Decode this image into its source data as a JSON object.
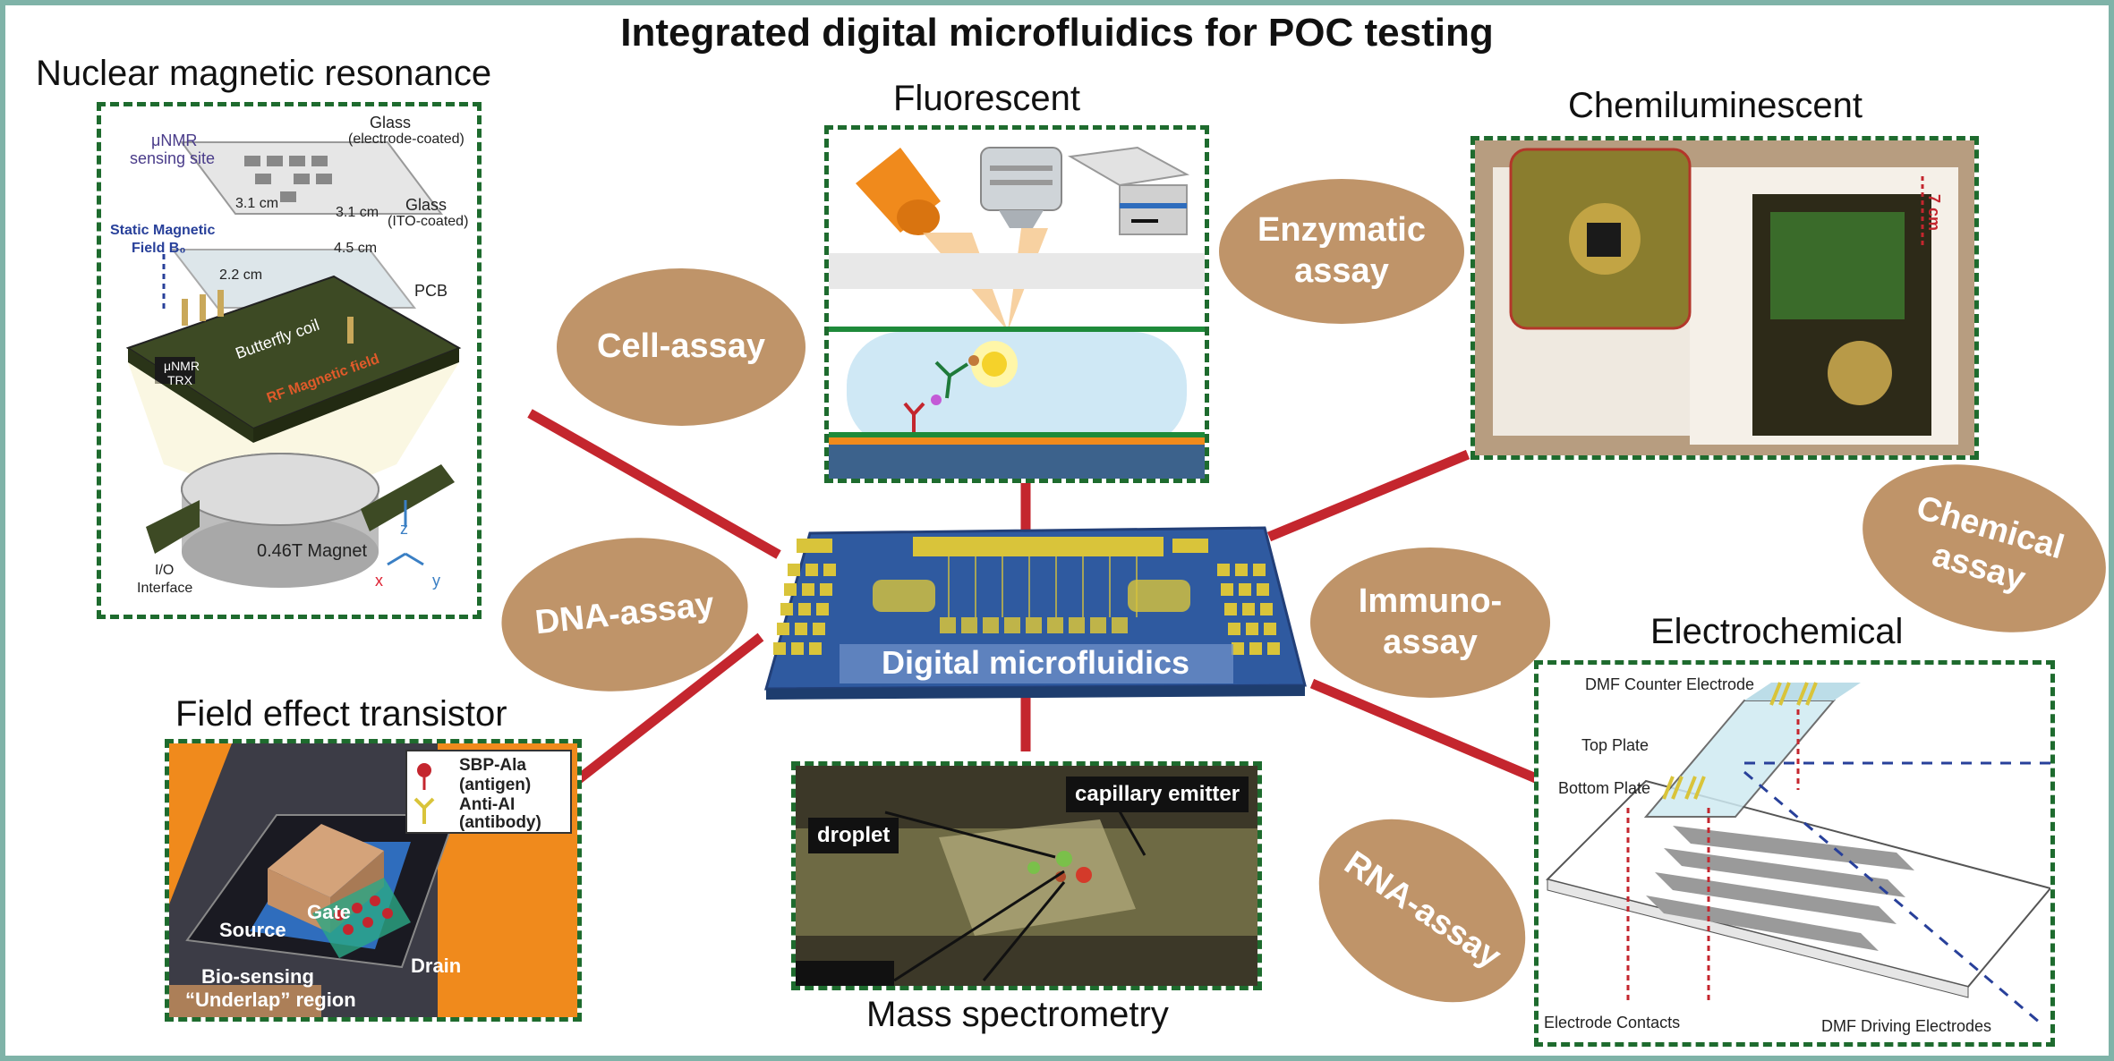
{
  "title": "Integrated digital microfluidics for POC testing",
  "center": {
    "label": "Digital microfluidics"
  },
  "sections": {
    "nmr": {
      "label": "Nuclear magnetic resonance",
      "glass_top": "Glass",
      "glass_top_sub": "(electrode-coated)",
      "glass_mid": "Glass",
      "glass_mid_sub": "(ITO-coated)",
      "sensing": "μNMR",
      "sensing2": "sensing site",
      "dim1": "3.1 cm",
      "dim2": "3.1 cm",
      "dim3": "4.5 cm",
      "dim4": "2.2 cm",
      "field": "Static Magnetic",
      "field2": "Field B₀",
      "pcb": "PCB",
      "coil": "Butterfly coil",
      "rf": "RF Magnetic field",
      "trx": "μNMR",
      "trx2": "TRX",
      "magnet": "0.46T Magnet",
      "io": "I/O",
      "io2": "Interface",
      "ax_z": "z",
      "ax_x": "x",
      "ax_y": "y"
    },
    "fluorescent": {
      "label": "Fluorescent"
    },
    "chemiluminescent": {
      "label": "Chemiluminescent",
      "scale": "7 cm"
    },
    "fet": {
      "label": "Field effect transistor",
      "gate": "Gate",
      "source": "Source",
      "drain": "Drain",
      "region1": "Bio-sensing",
      "region2": "“Underlap” region",
      "legend_ag1": "SBP-Ala",
      "legend_ag2": "(antigen)",
      "legend_ab1": "Anti-AI",
      "legend_ab2": "(antibody)"
    },
    "mass": {
      "label": "Mass spectrometry",
      "droplet": "droplet",
      "emitter": "capillary emitter"
    },
    "electrochemical": {
      "label": "Electrochemical",
      "counter": "DMF Counter Electrode",
      "top": "Top Plate",
      "bottom": "Bottom Plate",
      "contacts": "Electrode Contacts",
      "driving": "DMF Driving Electrodes"
    }
  },
  "assays": {
    "cell": "Cell-assay",
    "enzymatic1": "Enzymatic",
    "enzymatic2": "assay",
    "chemical1": "Chemical",
    "chemical2": "assay",
    "dna": "DNA-assay",
    "immuno1": "Immuno-",
    "immuno2": "assay",
    "rna": "RNA-assay"
  },
  "colors": {
    "frame": "#7fb3a8",
    "dashed": "#1e6b2e",
    "oval": "#bf9469",
    "connector": "#c4262e",
    "chip": "#2f5aa0",
    "electrode": "#d9c43a"
  }
}
